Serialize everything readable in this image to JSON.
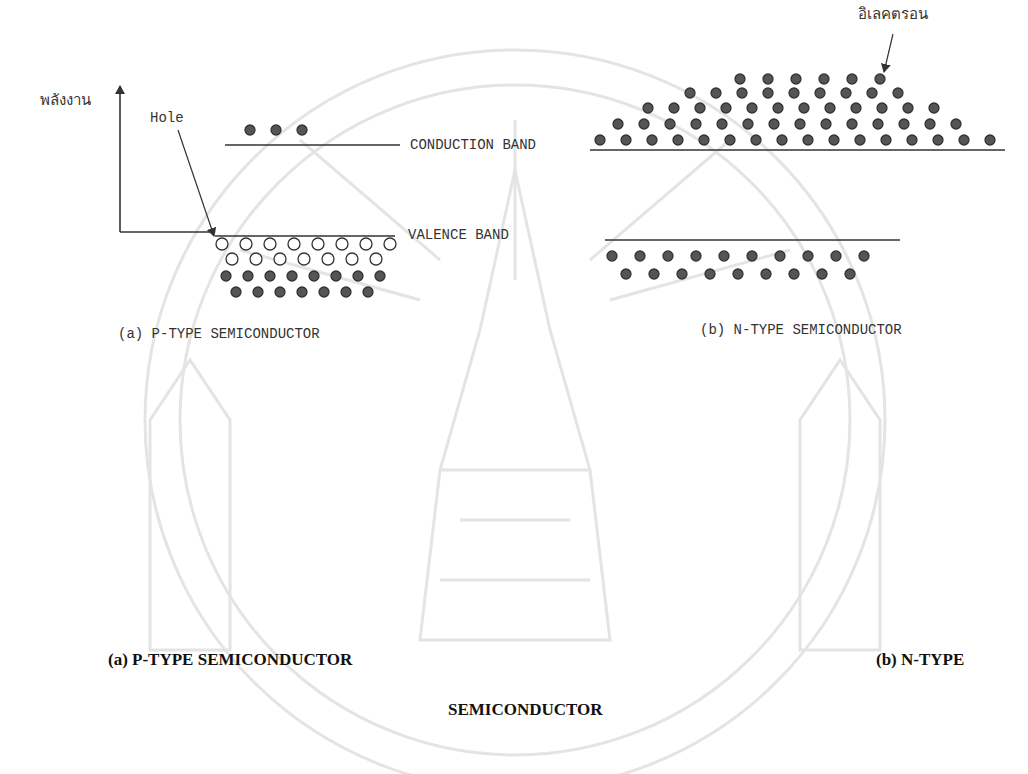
{
  "diagram": {
    "labels": [
      "อิเลคตรอน",
      "พลังงาน",
      "Hole",
      "CONDUCTION BAND",
      "VALENCE BAND",
      "(a) P-TYPE SEMICONDUCTOR",
      "(b) N-TYPE SEMICONDUCTOR",
      "(a) P-TYPE SEMICONDUCTOR",
      "(b) N-TYPE",
      "SEMICONDUCTOR"
    ]
  }
}
